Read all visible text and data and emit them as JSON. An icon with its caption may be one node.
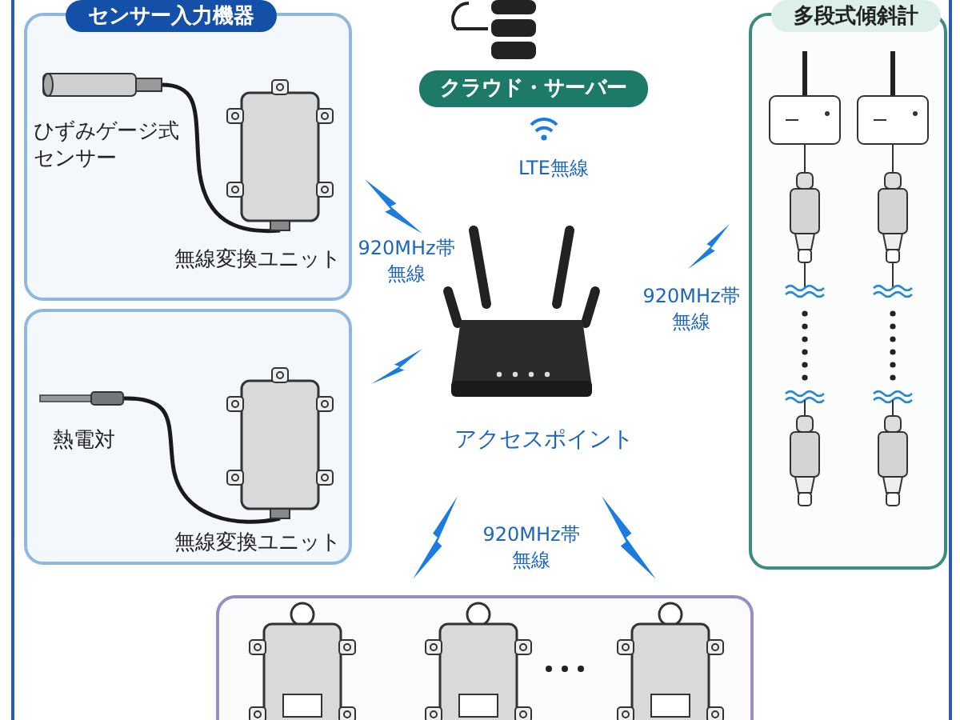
{
  "diagram": {
    "nodes": [
      {
        "text": [
          "センサー入力機器"
        ]
      },
      {
        "text": [
          "ひずみゲージ式センサー"
        ],
        "in": 0
      },
      {
        "text": [
          "無線変換ユニット"
        ],
        "in": 0
      },
      {
        "text": [],
        "shape": "box"
      },
      {
        "text": [
          "熱電対"
        ],
        "in": 3
      },
      {
        "text": [
          "無線変換ユニット"
        ],
        "in": 3
      },
      {
        "text": [
          "クラウド・サーバー"
        ]
      },
      {
        "text": [
          "アクセスポイント"
        ]
      },
      {
        "text": [
          "多段式傾斜計"
        ]
      },
      {
        "text": [],
        "shape": "box"
      }
    ],
    "edges": [
      {
        "from": 1,
        "to": 2,
        "arrow": "none"
      },
      {
        "from": 4,
        "to": 5,
        "arrow": "none"
      }
    ],
    "labels": [
      "LTE無線",
      "920MHz帯無線",
      "920MHz帯無線",
      "920MHz帯無線"
    ]
  }
}
